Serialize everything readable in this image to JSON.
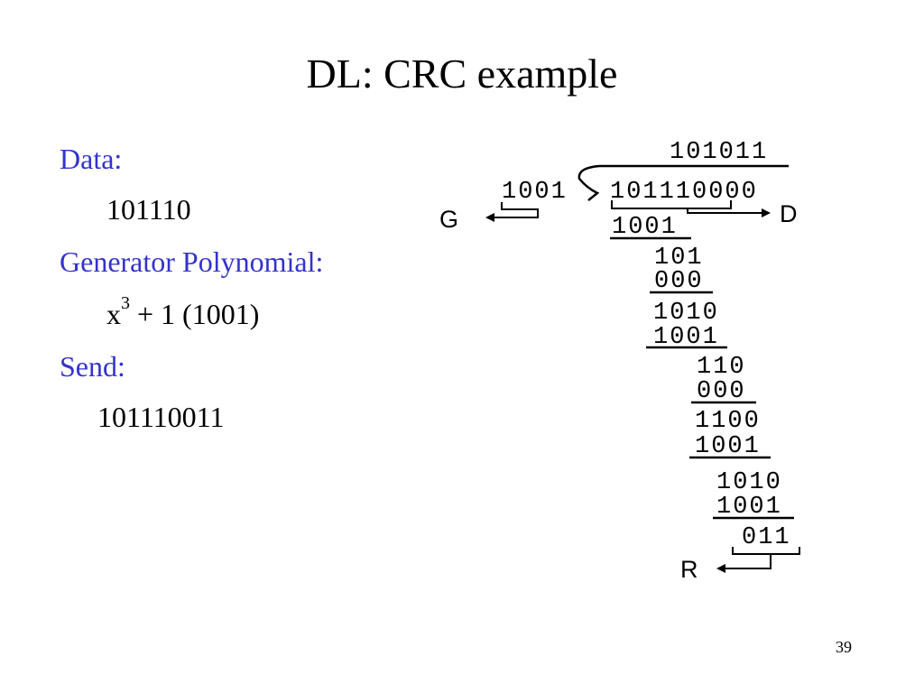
{
  "slide": {
    "title": "DL: CRC example",
    "page_number": "39"
  },
  "left_panel": {
    "data_label": "Data:",
    "data_value": "101110",
    "generator_label": "Generator Polynomial:",
    "generator_poly_base": "x",
    "generator_poly_exp": "3",
    "generator_poly_rest": " + 1 (1001)",
    "send_label": "Send:",
    "send_value": "101110011"
  },
  "division": {
    "quotient": "101011",
    "divisor": "1001",
    "dividend": "101110000",
    "label_g": "G",
    "label_d": "D",
    "label_r": "R",
    "steps": [
      "1001",
      "101",
      "000",
      "1010",
      "1001",
      "110",
      "000",
      "1100",
      "1001",
      "1010",
      "1001",
      "011"
    ]
  },
  "colors": {
    "label": "#3333cc",
    "text": "#000000",
    "background": "#ffffff"
  }
}
